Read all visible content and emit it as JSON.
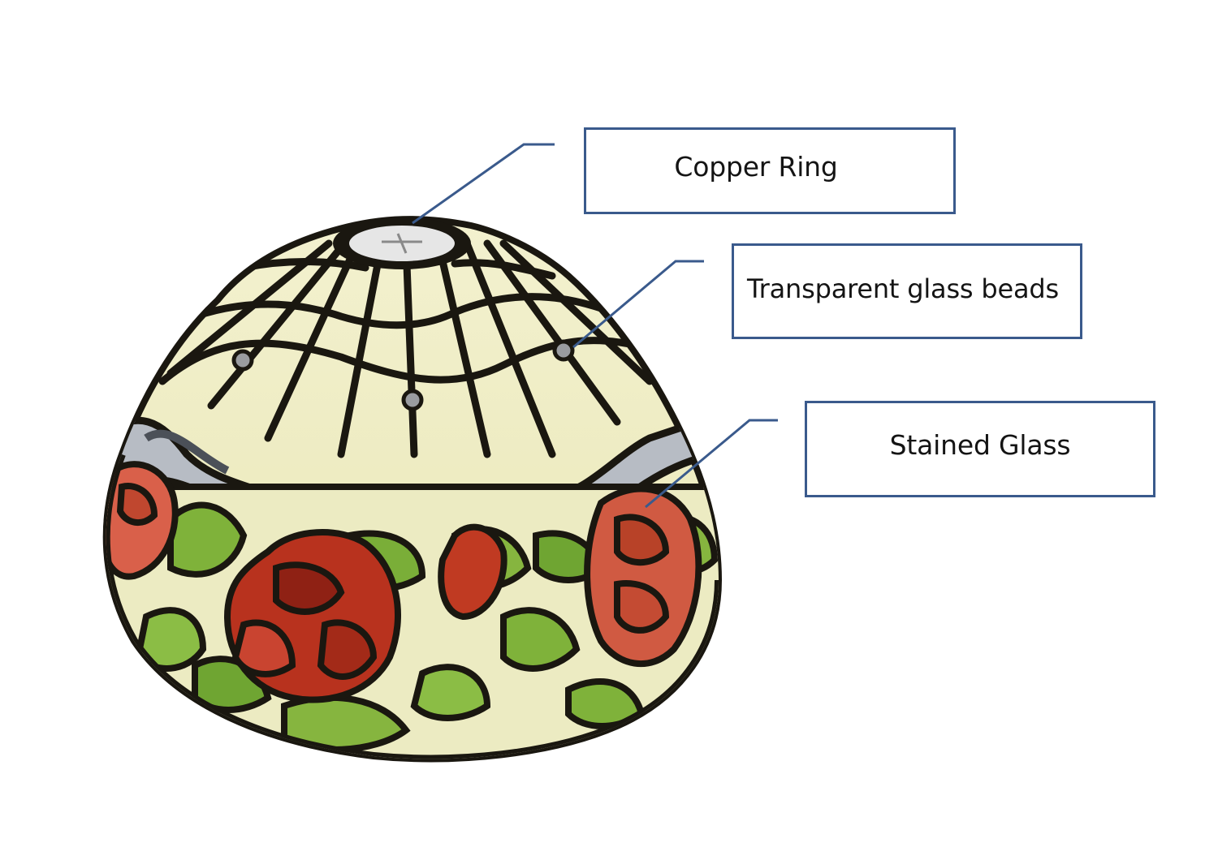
{
  "colors": {
    "callout_border": "#3a5a8c",
    "leader_line": "#3a5a8c",
    "label_text": "#141414",
    "lead_came": "#1a1710",
    "glass_cream": "#efeec4",
    "glass_green": "#7fb23a",
    "glass_red": "#b8321e",
    "glass_rose_pink": "#d9604a",
    "bead_grey": "#9a9ca0"
  },
  "callouts": [
    {
      "id": "copper",
      "label": "Copper Ring"
    },
    {
      "id": "beads",
      "label": "Transparent glass beads"
    },
    {
      "id": "glass",
      "label": "Stained Glass"
    }
  ]
}
